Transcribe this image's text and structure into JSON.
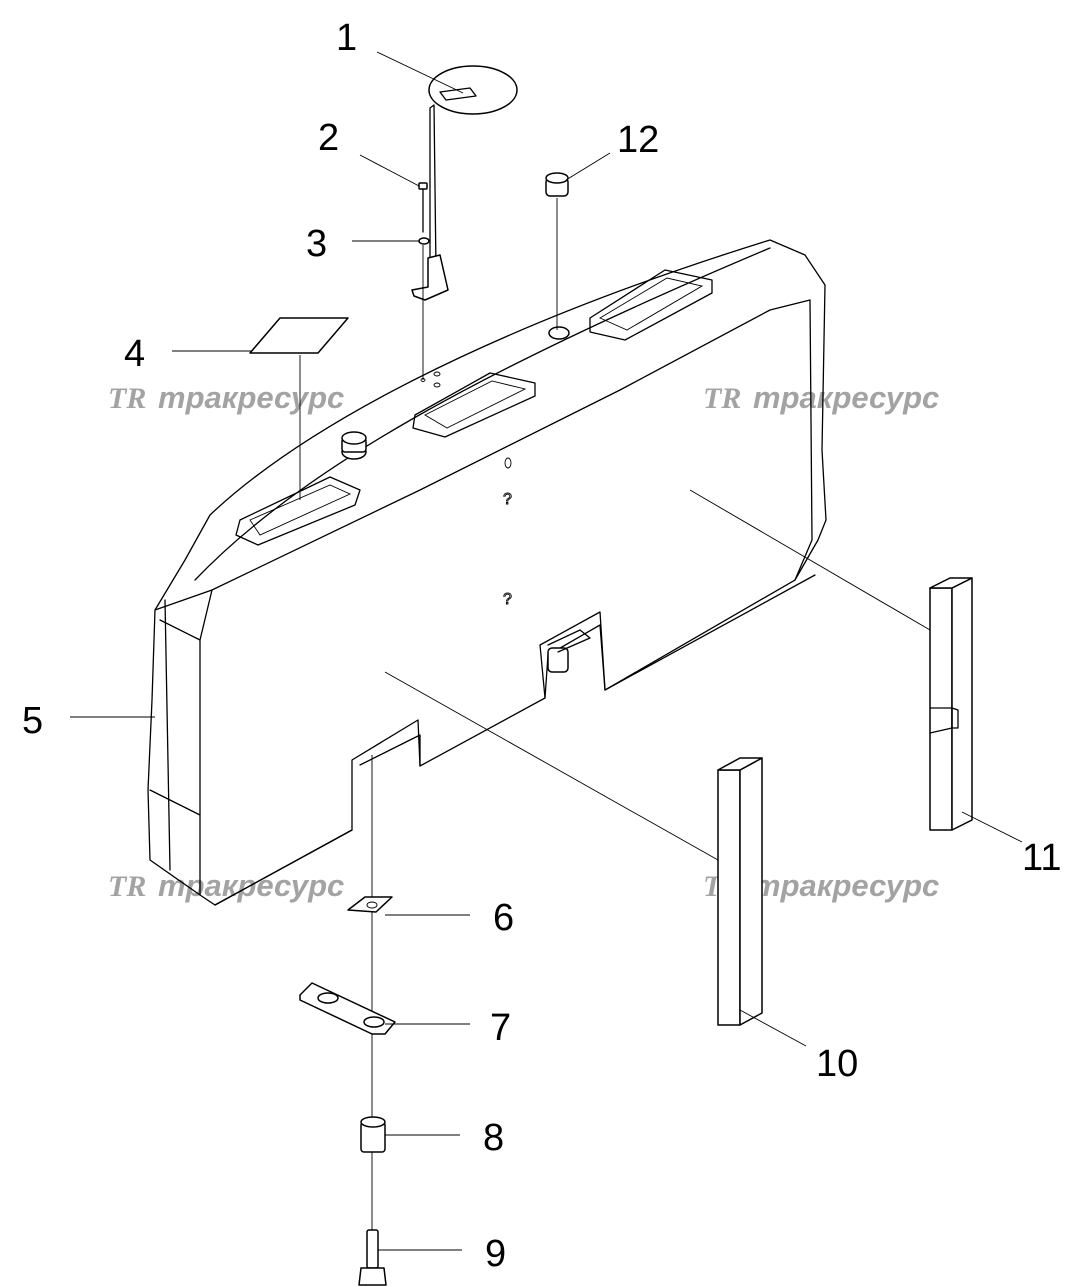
{
  "callouts": [
    {
      "id": "1",
      "text": "1"
    },
    {
      "id": "2",
      "text": "2"
    },
    {
      "id": "3",
      "text": "3"
    },
    {
      "id": "4",
      "text": "4"
    },
    {
      "id": "5",
      "text": "5"
    },
    {
      "id": "6",
      "text": "6"
    },
    {
      "id": "7",
      "text": "7"
    },
    {
      "id": "8",
      "text": "8"
    },
    {
      "id": "9",
      "text": "9"
    },
    {
      "id": "10",
      "text": "10"
    },
    {
      "id": "11",
      "text": "11"
    },
    {
      "id": "12",
      "text": "12"
    }
  ],
  "watermark": {
    "logo": "TR",
    "text": "тракресурс",
    "color": "#a3a3a3"
  },
  "line_color": "#000000",
  "background": "#ffffff"
}
